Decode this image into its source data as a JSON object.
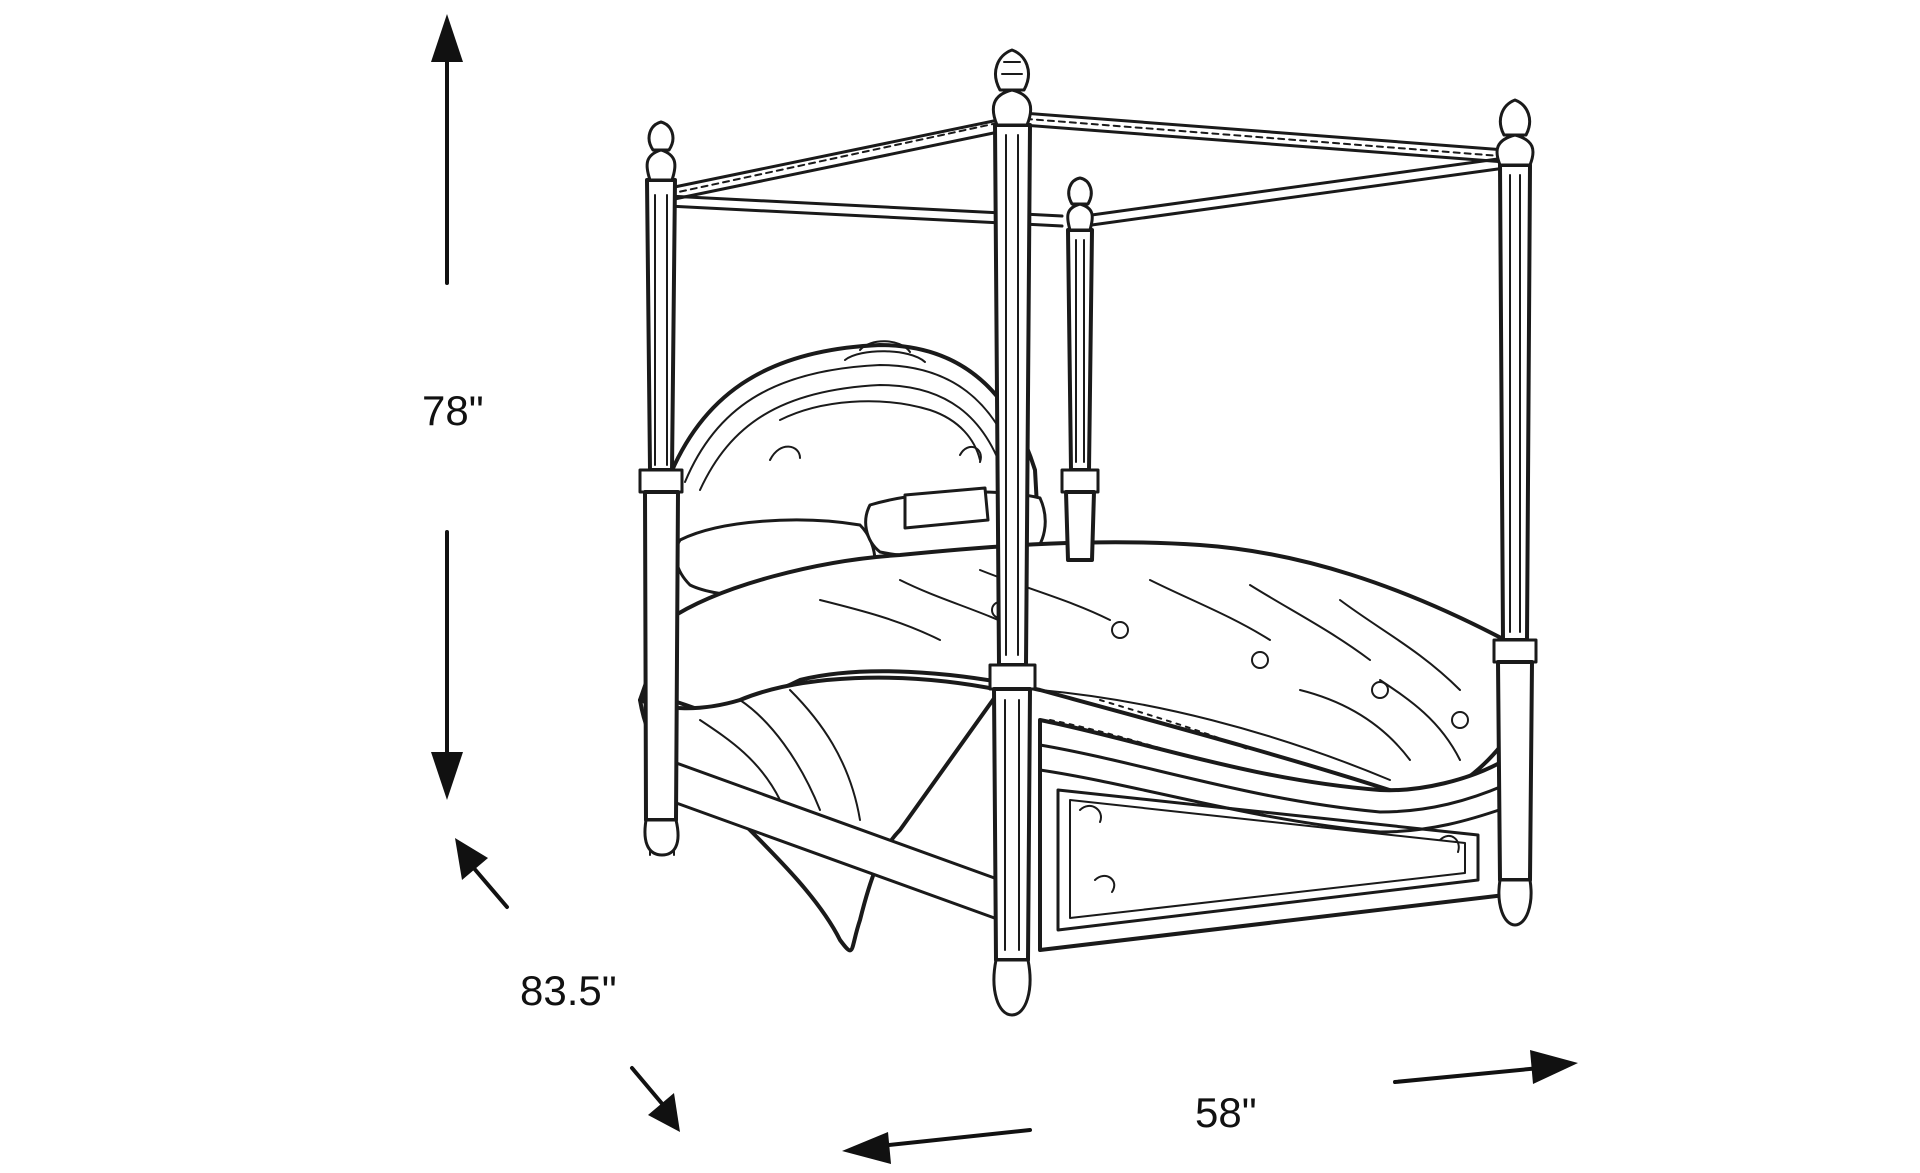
{
  "dimensions": {
    "height_label": "78\"",
    "depth_label": "83.5\"",
    "width_label": "58\""
  },
  "colors": {
    "line": "#1a1a1a",
    "background": "#ffffff"
  }
}
